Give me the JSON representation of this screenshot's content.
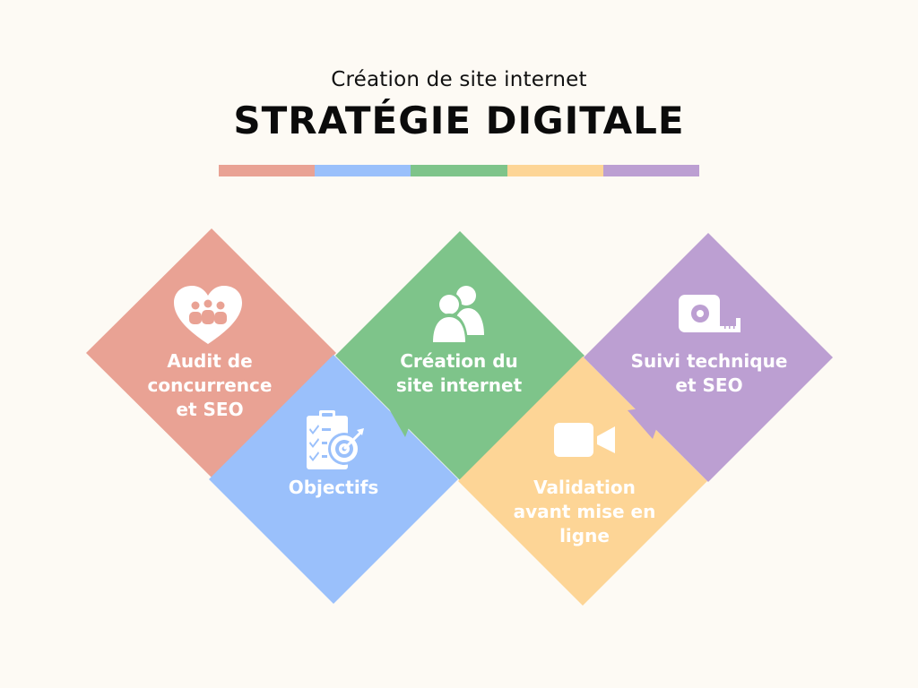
{
  "header": {
    "subtitle": "Création de site internet",
    "title": "STRATÉGIE DIGITALE"
  },
  "palette": [
    "#e9a294",
    "#9ac0fb",
    "#7ec48a",
    "#fdd596",
    "#bc9fd2"
  ],
  "steps": [
    {
      "label": "Audit de\nconcurrence\net SEO",
      "color": "#e9a294",
      "icon": "heart-people-icon"
    },
    {
      "label": "Objectifs",
      "color": "#9ac0fb",
      "icon": "checklist-target-icon"
    },
    {
      "label": "Création du\nsite internet",
      "color": "#7ec48a",
      "icon": "users-icon"
    },
    {
      "label": "Validation\navant mise en\nligne",
      "color": "#fdd596",
      "icon": "video-camera-icon"
    },
    {
      "label": "Suivi technique\net SEO",
      "color": "#bc9fd2",
      "icon": "tape-measure-icon"
    }
  ]
}
